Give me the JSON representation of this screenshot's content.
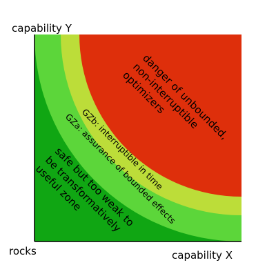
{
  "axes": {
    "y_label": "capability Y",
    "x_label": "capability X",
    "origin_label": "rocks"
  },
  "zones": {
    "danger": {
      "lines": [
        "danger of unbounded,",
        "non-interruptible",
        "optimizers"
      ],
      "color": "#de2f0b"
    },
    "gzb": {
      "text": "GZb: interruptible in time",
      "color": "#bcdd39"
    },
    "gza": {
      "text": "GZa: assurance of bounded effects",
      "color": "#5cd63a"
    },
    "safe": {
      "lines": [
        "safe but too weak to",
        "be transformatively",
        "useful zone"
      ],
      "color": "#10a613"
    }
  },
  "frame_color": "#000000"
}
